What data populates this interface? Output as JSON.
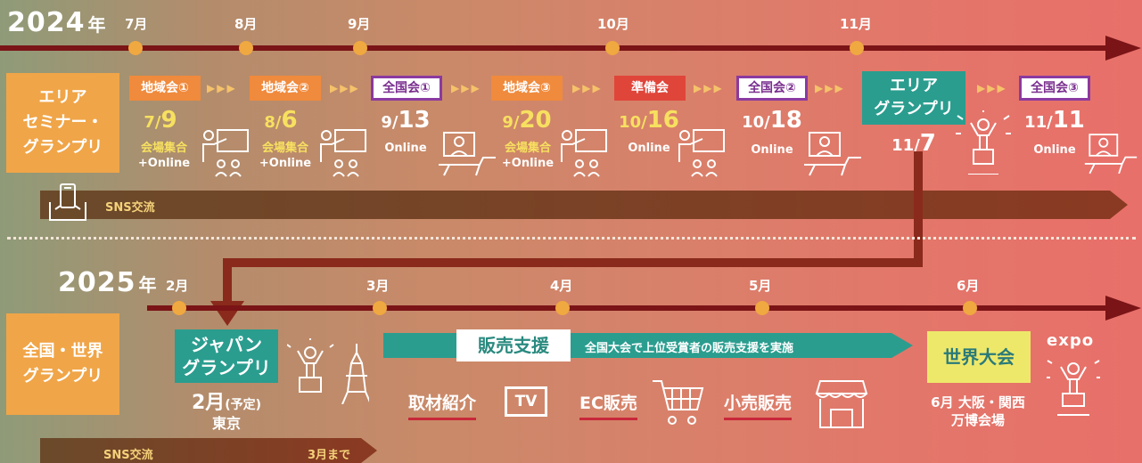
{
  "row1": {
    "year": "2024",
    "year_suffix": "年",
    "months": [
      "7月",
      "8月",
      "9月",
      "10月",
      "11月"
    ],
    "side_label_1": "エリア",
    "side_label_2": "セミナー・",
    "side_label_3": "グランプリ",
    "chevrons": "▶▶▶",
    "events": [
      {
        "label": "地域会①",
        "date_m": "7/",
        "date_d": "9",
        "sub1": "会場集合",
        "sub2": "+Online"
      },
      {
        "label": "地域会②",
        "date_m": "8/",
        "date_d": "6",
        "sub1": "会場集合",
        "sub2": "+Online"
      },
      {
        "label": "全国会①",
        "date_m": "9/",
        "date_d": "13",
        "sub1": "Online"
      },
      {
        "label": "地域会③",
        "date_m": "9/",
        "date_d": "20",
        "sub1": "会場集合",
        "sub2": "+Online"
      },
      {
        "label": "準備会",
        "date_m": "10/",
        "date_d": "16",
        "sub1": "Online"
      },
      {
        "label": "全国会②",
        "date_m": "10/",
        "date_d": "18",
        "sub1": "Online"
      },
      {
        "label1": "エリア",
        "label2": "グランプリ",
        "date_m": "11/",
        "date_d": "7"
      },
      {
        "label": "全国会③",
        "date_m": "11/",
        "date_d": "11",
        "sub1": "Online"
      }
    ],
    "sns": "SNS交流"
  },
  "row2": {
    "year": "2025",
    "year_suffix": "年",
    "months": [
      "2月",
      "3月",
      "4月",
      "5月",
      "6月"
    ],
    "side_label_1": "全国・世界",
    "side_label_2": "グランプリ",
    "japan_1": "ジャパン",
    "japan_2": "グランプリ",
    "japan_date": "2月",
    "japan_note": "(予定)",
    "japan_place": "東京",
    "sales_title": "販売支援",
    "sales_desc": "全国大会で上位受賞者の販売支援を実施",
    "channels": [
      "取材紹介",
      "EC販売",
      "小売販売"
    ],
    "tv": "TV",
    "world": "世界大会",
    "expo": "expo",
    "world_1": "6月 大阪・関西",
    "world_2": "万博会場",
    "sns": "SNS交流",
    "sns_end": "3月まで"
  },
  "colors": {
    "axis": "#7a1416",
    "accent": "#f0a548",
    "teal": "#2a9d8f",
    "purple": "#8a3aa0",
    "red": "#e0453a"
  }
}
